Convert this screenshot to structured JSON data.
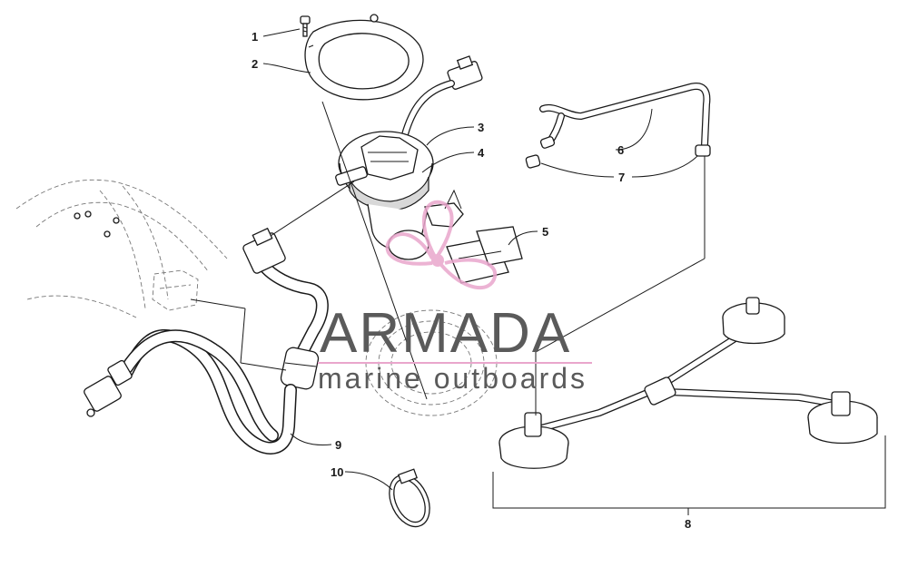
{
  "diagram": {
    "callouts": [
      {
        "id": "1",
        "label": "1"
      },
      {
        "id": "2",
        "label": "2"
      },
      {
        "id": "3",
        "label": "3"
      },
      {
        "id": "4",
        "label": "4"
      },
      {
        "id": "5",
        "label": "5"
      },
      {
        "id": "6",
        "label": "6"
      },
      {
        "id": "7",
        "label": "7"
      },
      {
        "id": "8",
        "label": "8"
      },
      {
        "id": "9",
        "label": "9"
      },
      {
        "id": "10",
        "label": "10"
      }
    ]
  },
  "watermark": {
    "title": "ARMADA",
    "subtitle": "marine outboards",
    "colors": {
      "text": "#5a5a5a",
      "logo": "#e9a6cc",
      "underline": "#e9a6cc"
    }
  }
}
